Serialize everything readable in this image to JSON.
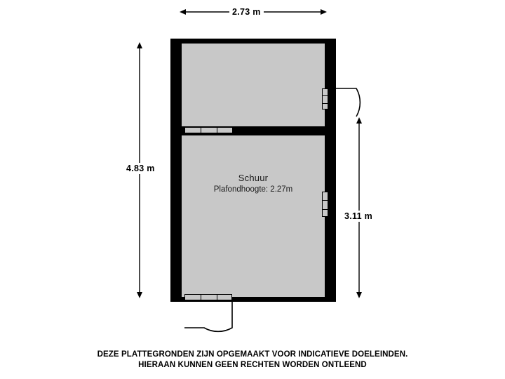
{
  "plan": {
    "rooms": [
      {
        "id": "schuur",
        "name": "Schuur",
        "subtitle": "Plafondhoogte: 2.27m"
      },
      {
        "id": "upper-room",
        "name": "",
        "subtitle": ""
      }
    ],
    "dimensions": {
      "top_width": "2.73 m",
      "left_height": "4.83 m",
      "right_height": "3.11 m"
    },
    "colors": {
      "wall": "#000000",
      "floor": "#c8c8c8",
      "background": "#ffffff",
      "text": "#000000"
    }
  },
  "footer": {
    "line1": "DEZE PLATTEGRONDEN ZIJN OPGEMAAKT VOOR INDICATIEVE DOELEINDEN.",
    "line2": "HIERAAN KUNNEN GEEN RECHTEN WORDEN ONTLEEND"
  }
}
